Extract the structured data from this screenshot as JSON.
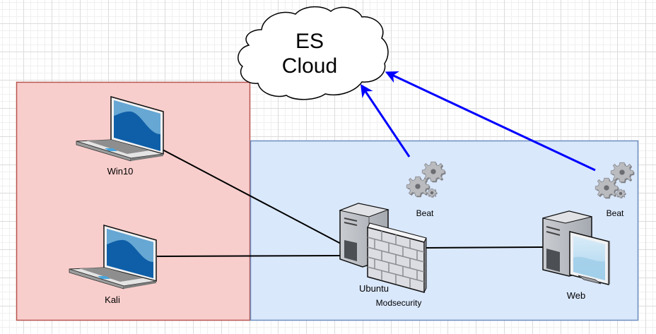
{
  "diagram": {
    "cloud": {
      "label_line1": "ES",
      "label_line2": "Cloud"
    },
    "zones": {
      "attacker": {
        "fill": "#f8cecc",
        "stroke": "#b85450"
      },
      "defended": {
        "fill": "#dae8fc",
        "stroke": "#6c8ebf"
      }
    },
    "nodes": {
      "win10": {
        "label": "Win10",
        "type": "laptop"
      },
      "kali": {
        "label": "Kali",
        "type": "laptop"
      },
      "ubuntu": {
        "label": "Ubuntu",
        "sublabel": "Modsecurity",
        "type": "server-with-firewall"
      },
      "web": {
        "label": "Web",
        "type": "workstation"
      },
      "beat_ubuntu": {
        "label": "Beat",
        "type": "gears"
      },
      "beat_web": {
        "label": "Beat",
        "type": "gears"
      }
    },
    "edges": [
      {
        "from": "win10",
        "to": "ubuntu",
        "color": "#000000"
      },
      {
        "from": "kali",
        "to": "ubuntu",
        "color": "#000000"
      },
      {
        "from": "ubuntu",
        "to": "web",
        "color": "#000000"
      },
      {
        "from": "beat_ubuntu",
        "to": "cloud",
        "color": "#0000ff",
        "arrow": true
      },
      {
        "from": "beat_web",
        "to": "cloud",
        "color": "#0000ff",
        "arrow": true
      }
    ]
  }
}
